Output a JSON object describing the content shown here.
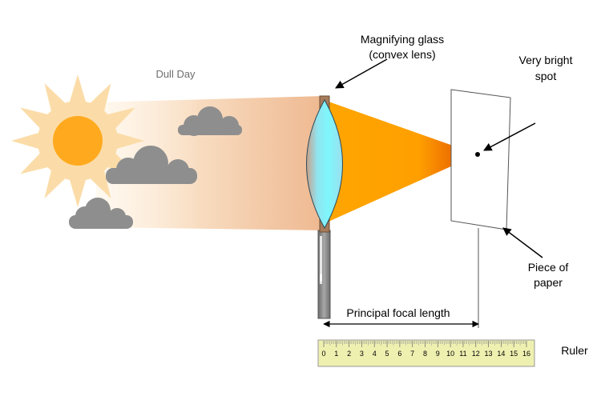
{
  "labels": {
    "dull_day": "Dull Day",
    "lens_line1": "Magnifying glass",
    "lens_line2": "(convex lens)",
    "spot_line1": "Very bright",
    "spot_line2": "spot",
    "paper_line1": "Piece of",
    "paper_line2": "paper",
    "focal_length": "Principal focal length",
    "ruler": "Ruler"
  },
  "ruler": {
    "ticks": [
      "0",
      "1",
      "2",
      "3",
      "4",
      "5",
      "6",
      "7",
      "8",
      "9",
      "10",
      "11",
      "12",
      "13",
      "14",
      "15",
      "16"
    ]
  },
  "colors": {
    "sun_core": "#ffaa1e",
    "sun_rays": "#fbdca8",
    "light_beam": "#f3c7a0",
    "focused_beam": "#ffa500",
    "cloud": "#8e8e8e",
    "lens": "#82f3f8",
    "lens_holder": "#a67c5b",
    "handle": "#888888",
    "ruler_fill": "#eef0b0"
  },
  "icons": [
    "sun-icon",
    "cloud-icon",
    "magnifying-glass-icon",
    "paper-sheet-icon",
    "ruler-icon"
  ]
}
